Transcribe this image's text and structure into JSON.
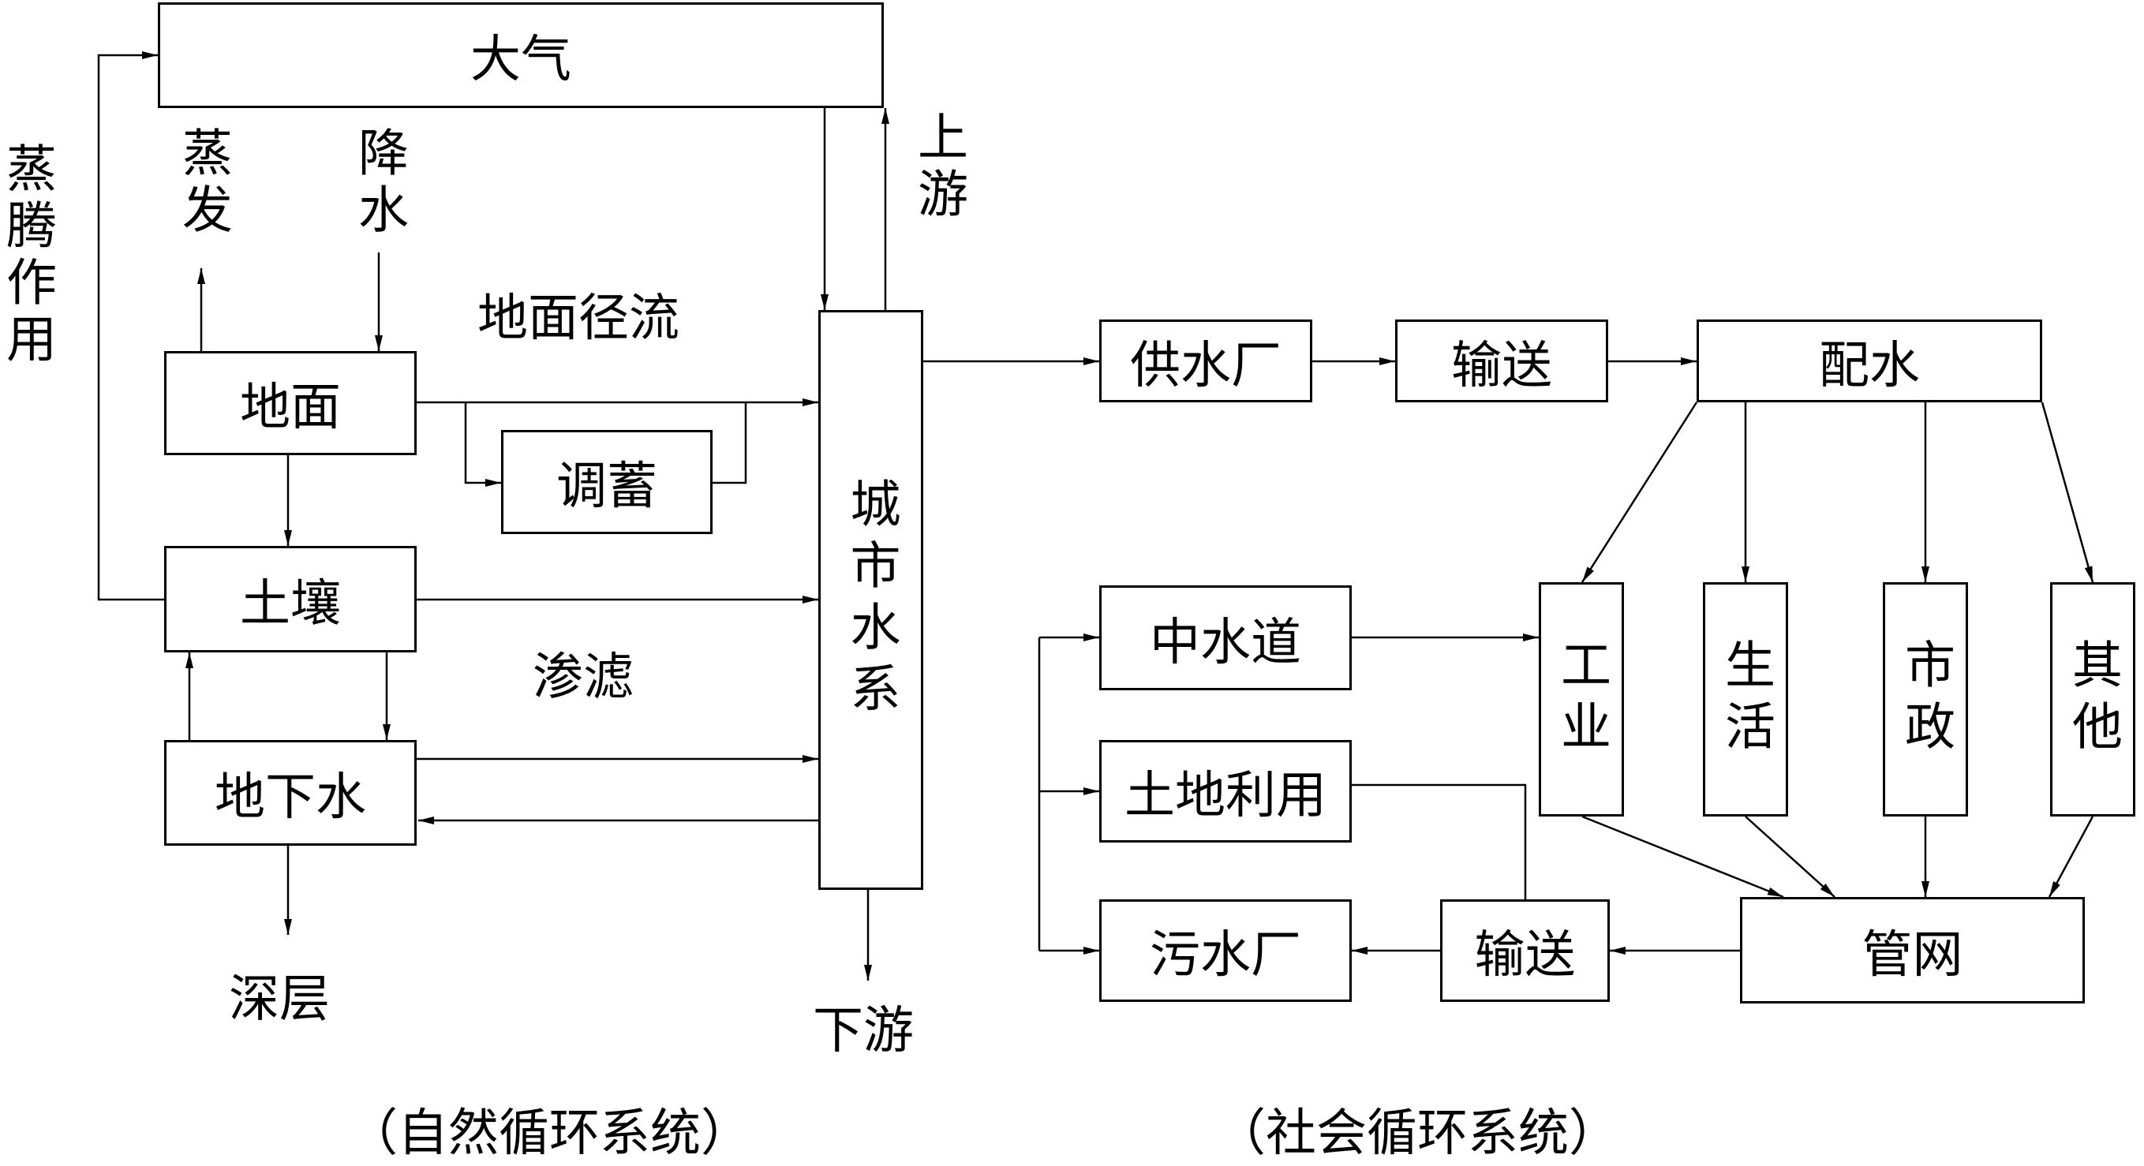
{
  "natural": {
    "atmosphere": "大气",
    "evaporation": "蒸发",
    "precipitation": "降水",
    "evapotranspiration": "蒸腾作用",
    "upstream": "上游",
    "surface_runoff": "地面径流",
    "ground": "地面",
    "storage": "调蓄",
    "soil": "土壤",
    "infiltration": "渗滤",
    "groundwater": "地下水",
    "deep_layer": "深层",
    "urban_water_system": "城市水系",
    "downstream": "下游",
    "caption": "（自然循环系统）"
  },
  "social": {
    "water_plant": "供水厂",
    "transmission_top": "输送",
    "distribution": "配水",
    "industry": "工业",
    "domestic": "生活",
    "municipal": "市政",
    "other": "其他",
    "reclaimed_water": "中水道",
    "land_use": "土地利用",
    "sewage_plant": "污水厂",
    "transmission_bottom": "输送",
    "pipe_network": "管网",
    "caption": "（社会循环系统）"
  }
}
